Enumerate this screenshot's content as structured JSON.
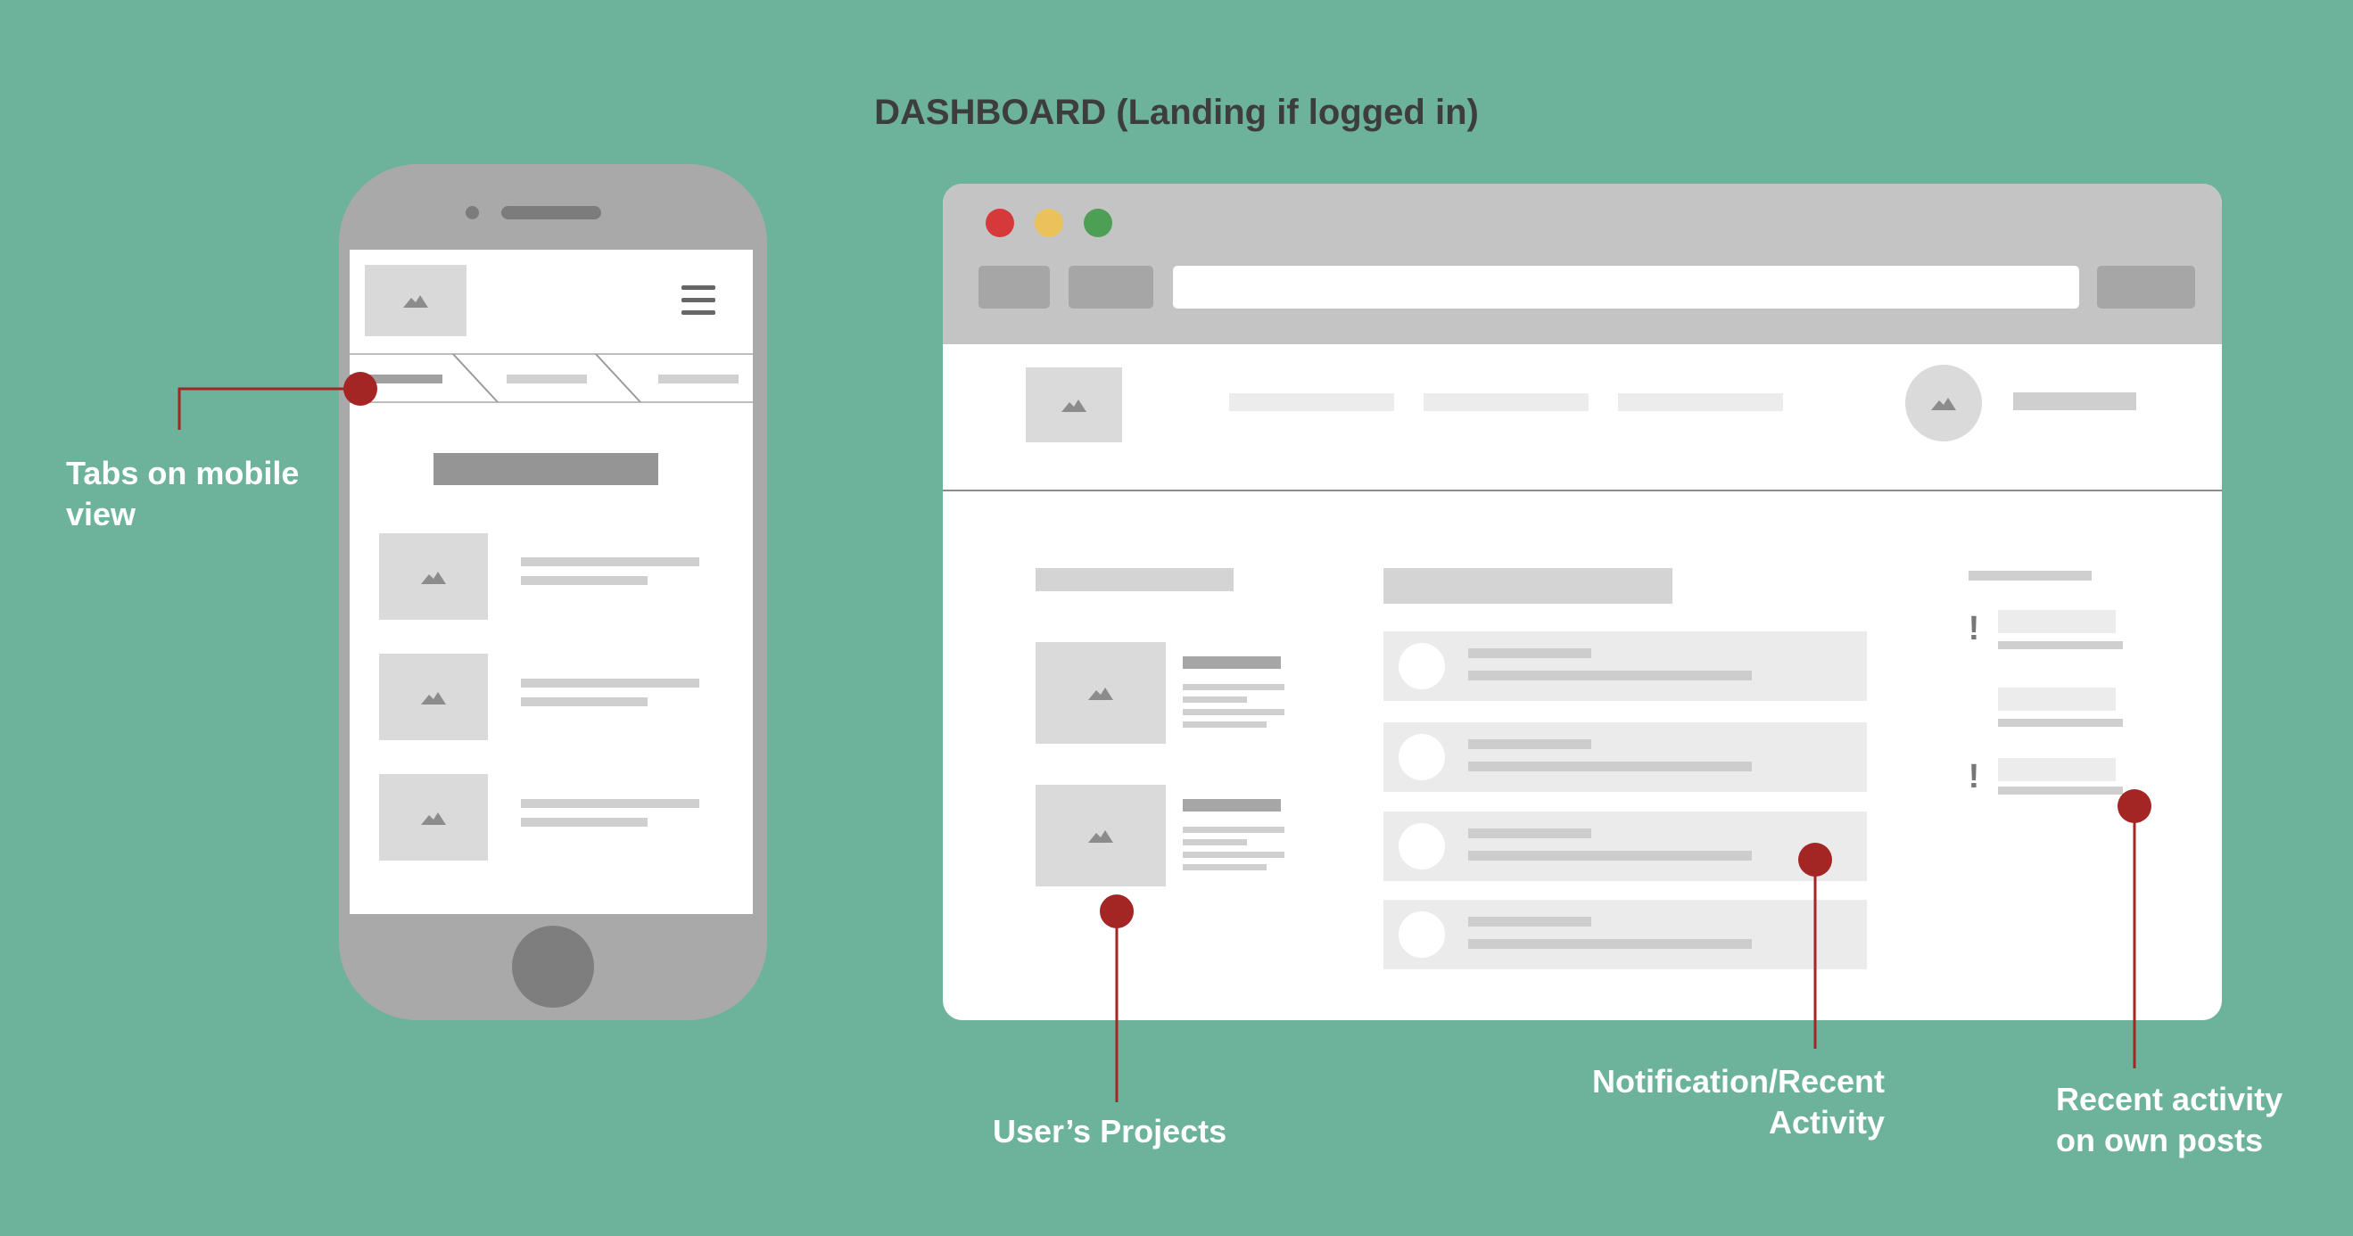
{
  "title": "DASHBOARD (Landing if logged in)",
  "annotations": {
    "tabs_mobile": [
      "Tabs on mobile",
      "view"
    ],
    "users_projects": "User’s Projects",
    "notification": [
      "Notification/Recent",
      "Activity"
    ],
    "recent_own": [
      "Recent activity",
      "on own posts"
    ]
  },
  "colors": {
    "background": "#6db39b",
    "marker": "#a32624",
    "traffic_red": "#d6393a",
    "traffic_yellow": "#eac15a",
    "traffic_green": "#4c9f55"
  },
  "icons": {
    "placeholder_image": "mountain-icon",
    "mobile_menu": "hamburger-icon",
    "side_alert": "!"
  }
}
